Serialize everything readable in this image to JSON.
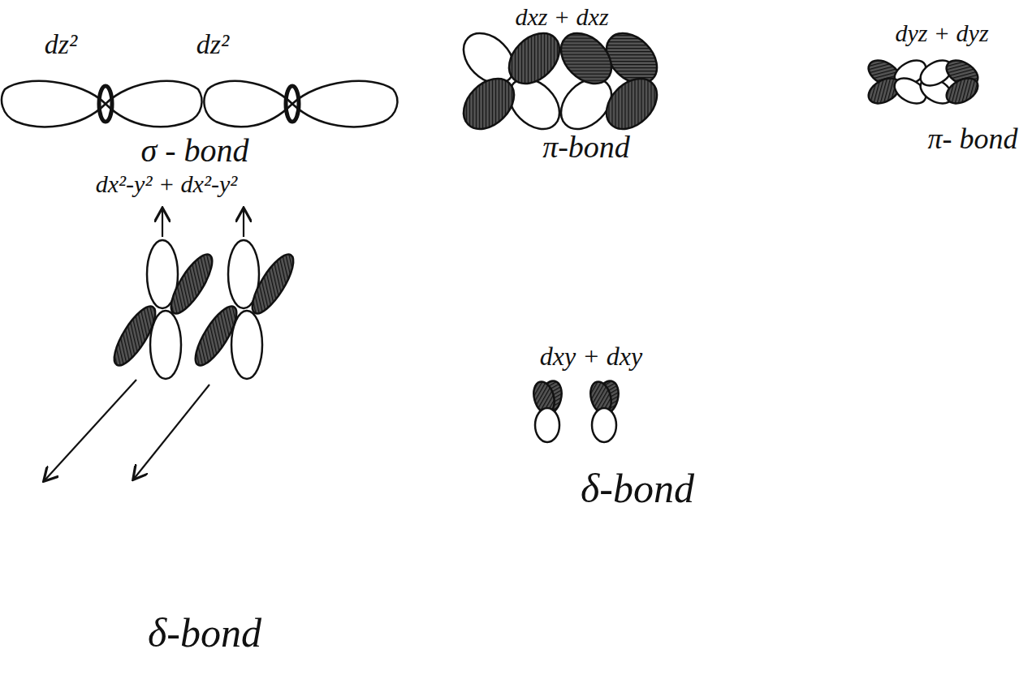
{
  "diagram": {
    "labels": [
      "dz²",
      "dz²",
      "dxz + dxz",
      "dyz + dyz",
      "σ - bond",
      "π-bond",
      "π- bond",
      "dx²-y² + dx²-y²",
      "dxy + dxy",
      "δ-bond",
      "δ-bond"
    ]
  }
}
